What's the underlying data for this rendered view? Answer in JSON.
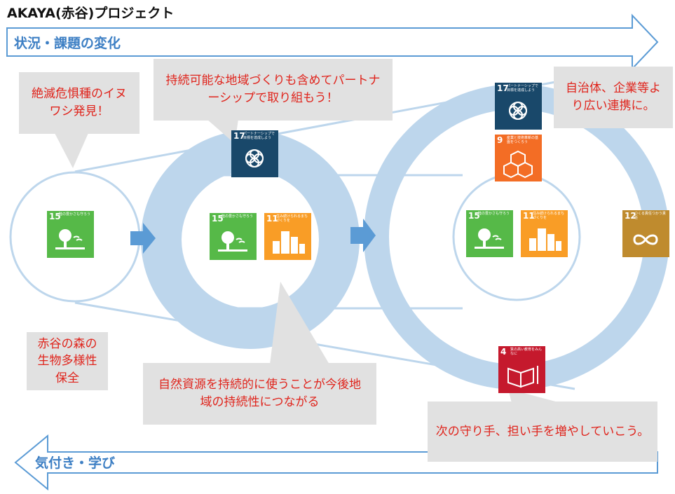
{
  "title": "AKAYA(赤谷)プロジェクト",
  "arrows": {
    "top": "状況・課題の変化",
    "bottom": "気付き・学び"
  },
  "callouts": {
    "eagle": "絶滅危惧種のイヌワシ発見！",
    "partnership": "持続可能な地域づくりも含めてパートナーシップで取り組もう！",
    "wider": "自治体、企業等より広い連携に。",
    "forest": "赤谷の森の生物多様性保全",
    "resources": "自然資源を持続的に使うことが今後地域の持続性につながる",
    "next": "次の守り手、担い手を増やしていこう。"
  },
  "sdgs": {
    "g15": {
      "num": "15",
      "title": "陸の豊かさも守ろう",
      "icon": "tree-icon",
      "color": "#56b948"
    },
    "g11": {
      "num": "11",
      "title": "住み続けられるまちづくりを",
      "icon": "city-icon",
      "color": "#f99d26"
    },
    "g17": {
      "num": "17",
      "title": "パートナーシップで目標を達成しよう",
      "icon": "flower-icon",
      "color": "#19486a"
    },
    "g9": {
      "num": "9",
      "title": "産業と技術革新の基盤をつくろう",
      "icon": "cubes-icon",
      "color": "#f36d25"
    },
    "g12": {
      "num": "12",
      "title": "つくる責任つかう責任",
      "icon": "infinity-icon",
      "color": "#bf8b2e"
    },
    "g4": {
      "num": "4",
      "title": "質の高い教育をみんなに",
      "icon": "book-icon",
      "color": "#c5192d"
    }
  },
  "colors": {
    "ring": "#bdd6ec",
    "arrow": "#5b9bd5",
    "outline": "#5b9bd5",
    "callout": "#e1e1e1",
    "callout_text": "#e0241c"
  }
}
